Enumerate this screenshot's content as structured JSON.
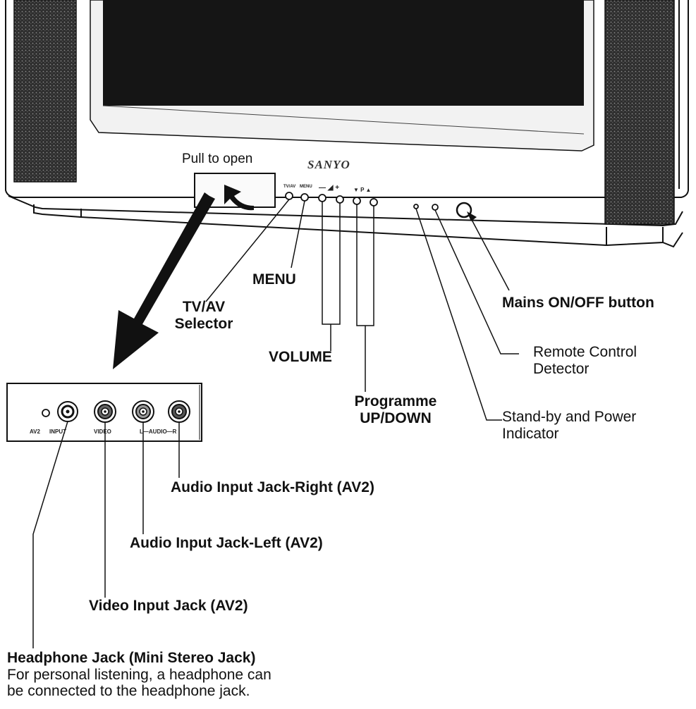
{
  "tv": {
    "brand": "SANYO",
    "pull_to_open": "Pull to open",
    "control_marks": {
      "tv_av": "TV/AV",
      "menu": "MENU",
      "volume": "— ◢ +",
      "programme": "▼ P ▲"
    }
  },
  "jack_panel": {
    "av2": "AV2",
    "input": "INPUT",
    "video": "VIDEO",
    "audio": "L—AUDIO—R"
  },
  "callouts": {
    "menu": "MENU",
    "tv_av_line1": "TV/AV",
    "tv_av_line2": "Selector",
    "volume": "VOLUME",
    "programme_line1": "Programme",
    "programme_line2": "UP/DOWN",
    "mains": "Mains ON/OFF button",
    "remote_line1": "Remote Control",
    "remote_line2": "Detector",
    "standby_line1": "Stand-by and  Power",
    "standby_line2": "Indicator",
    "audio_right": "Audio Input Jack-Right (AV2)",
    "audio_left": "Audio Input Jack-Left (AV2)",
    "video_input": "Video Input Jack (AV2)",
    "headphone_title": "Headphone Jack (Mini Stereo Jack)",
    "headphone_desc_line1": "For personal listening, a headphone can",
    "headphone_desc_line2": "be connected to the headphone jack."
  }
}
